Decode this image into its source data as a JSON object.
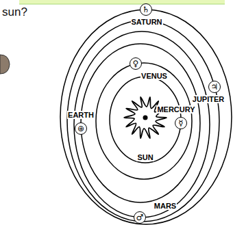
{
  "diagram": {
    "nodes": [
      {
        "text": [
          "♄",
          "SATURN"
        ]
      },
      {
        "text": [
          "♀",
          "VENUS"
        ]
      },
      {
        "text": [
          "♃",
          "JUPITER"
        ]
      },
      {
        "text": [
          "⊕",
          "EARTH"
        ]
      },
      {
        "text": [
          "SUN"
        ]
      },
      {
        "text": [
          "☿",
          "MERCURY"
        ]
      },
      {
        "text": [
          "♂",
          "MARS"
        ]
      }
    ],
    "labels": [
      "sun?"
    ]
  }
}
